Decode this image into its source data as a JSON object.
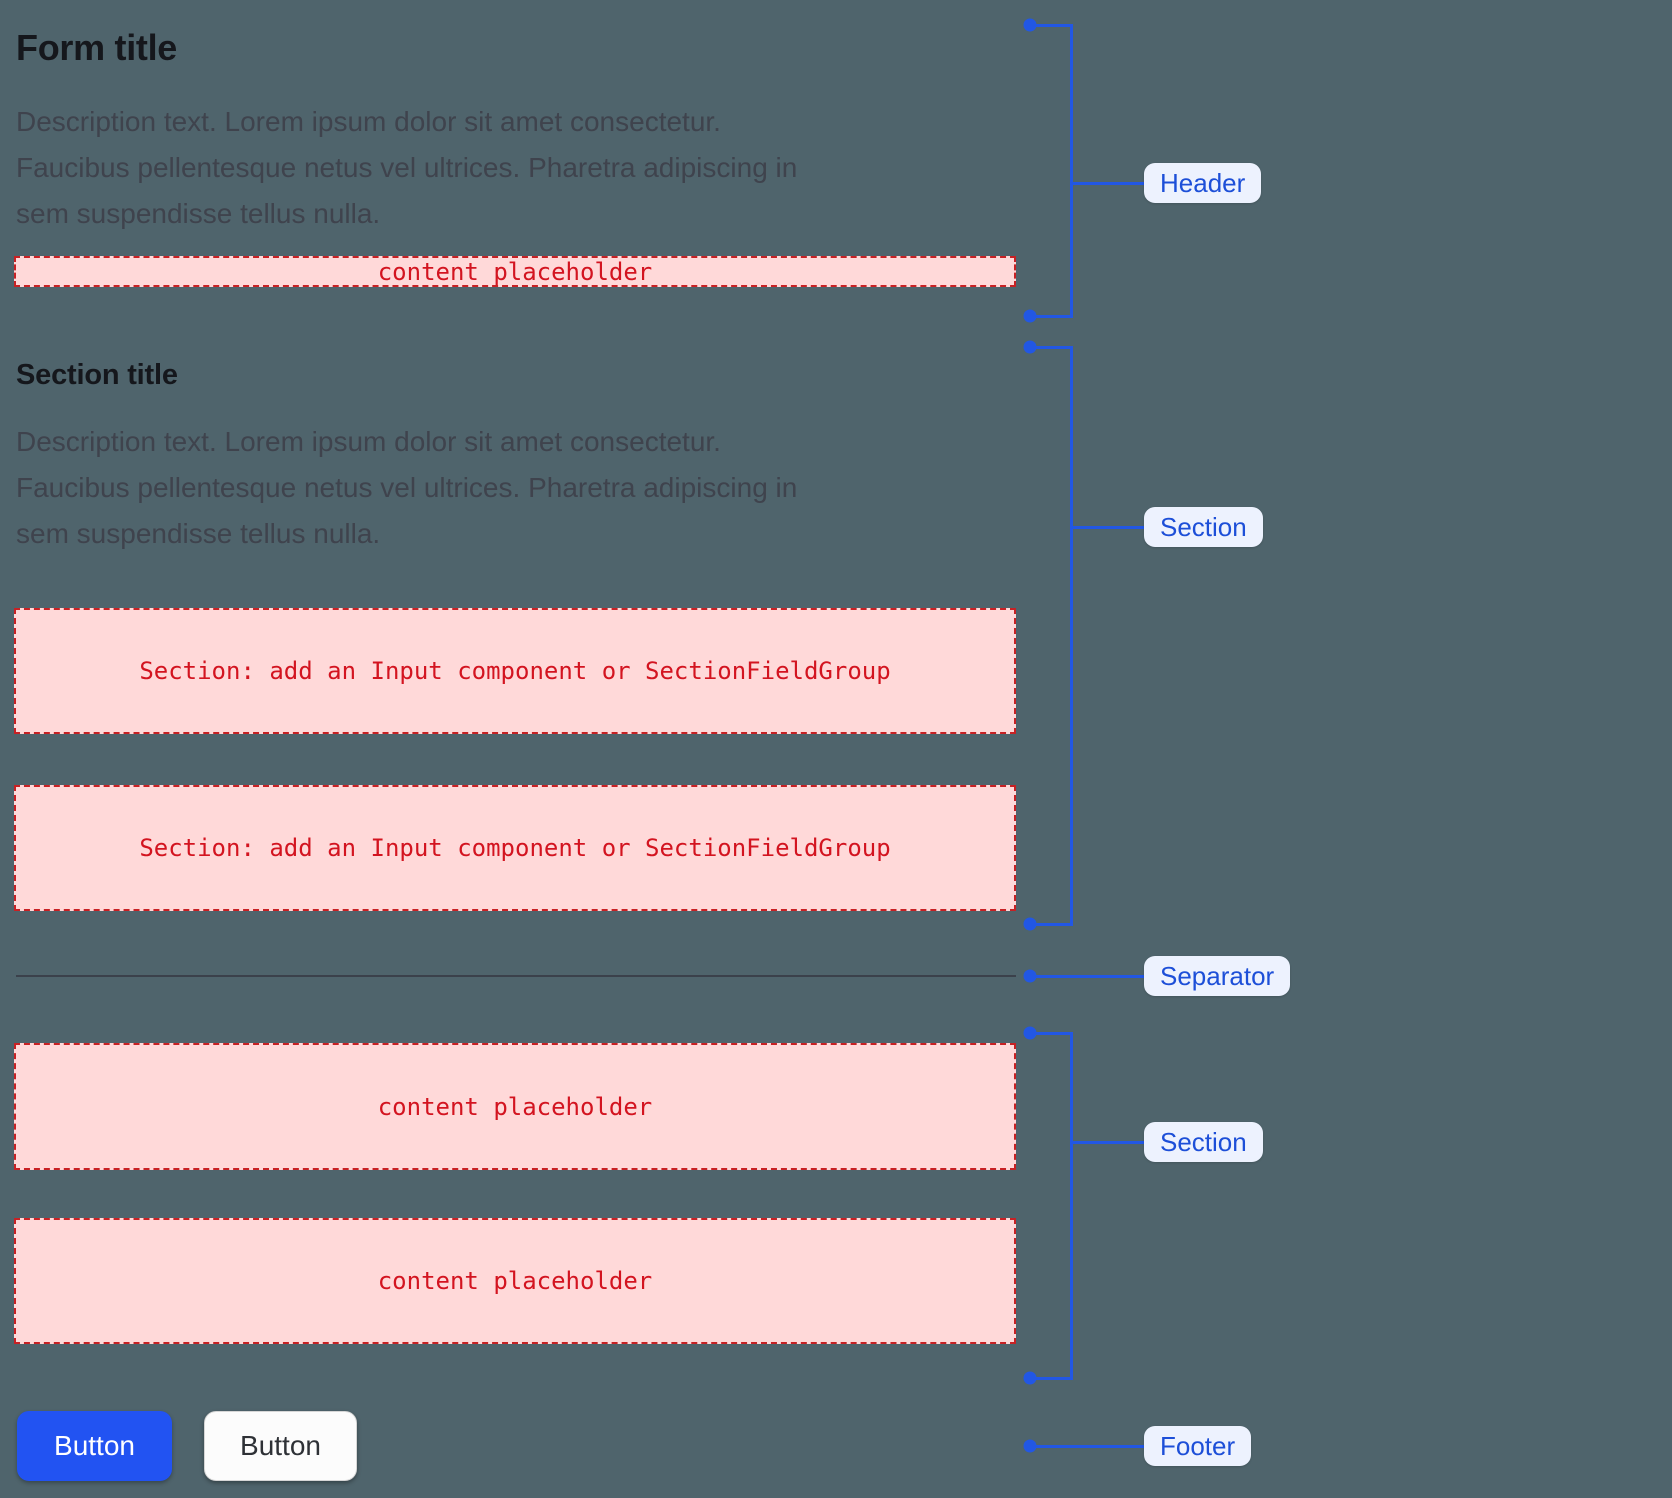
{
  "form": {
    "title": "Form title",
    "description": [
      "Description text. Lorem ipsum dolor sit amet consectetur.",
      "Faucibus pellentesque netus vel ultrices. Pharetra adipiscing in",
      "sem suspendisse tellus nulla."
    ],
    "placeholder": "content placeholder"
  },
  "section": {
    "title": "Section title",
    "description": [
      "Description text. Lorem ipsum dolor sit amet consectetur.",
      "Faucibus pellentesque netus vel ultrices. Pharetra adipiscing in",
      "sem suspendisse tellus nulla."
    ],
    "boxes": [
      "Section: add an Input component or SectionFieldGroup",
      "Section: add an Input component or SectionFieldGroup"
    ]
  },
  "section2": {
    "boxes": [
      "content placeholder",
      "content placeholder"
    ]
  },
  "footer": {
    "buttons": [
      {
        "label": "Button",
        "variant": "primary"
      },
      {
        "label": "Button",
        "variant": "secondary"
      }
    ]
  },
  "annotations": [
    {
      "label": "Header"
    },
    {
      "label": "Section"
    },
    {
      "label": "Separator"
    },
    {
      "label": "Section"
    },
    {
      "label": "Footer"
    }
  ],
  "colors": {
    "background": "#4f646c",
    "accent_blue": "#2257e4",
    "annotation_label_bg": "#edf2fe",
    "annotation_label_text": "#1d4fd8",
    "placeholder_bg": "#ffd9d9",
    "placeholder_border": "#c82124",
    "placeholder_text": "#d31420",
    "primary_button_bg": "#2253f2",
    "separator": "#3b414b"
  }
}
